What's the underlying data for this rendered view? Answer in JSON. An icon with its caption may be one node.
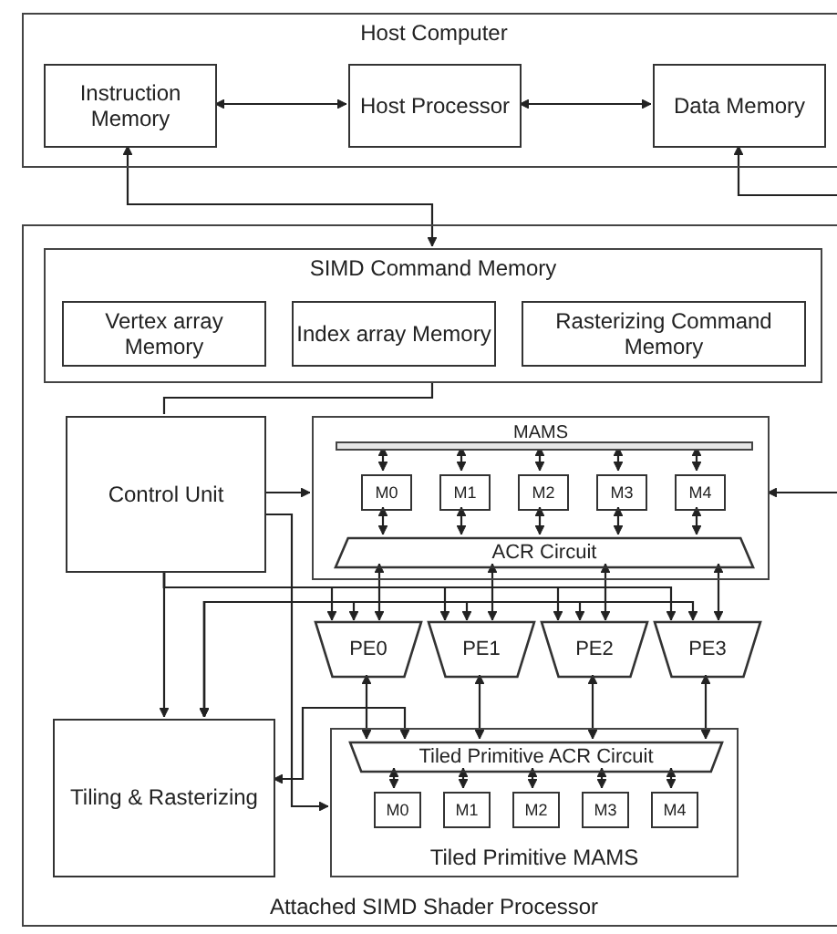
{
  "diagram": {
    "nodes": [
      {
        "text": [
          "Host Computer"
        ]
      },
      {
        "text": [
          "Instruction Memory"
        ],
        "in": 0
      },
      {
        "text": [
          "Host Processor"
        ],
        "in": 0
      },
      {
        "text": [
          "Data Memory"
        ],
        "in": 0
      },
      {
        "text": [
          "Attached SIMD Shader Processor"
        ]
      },
      {
        "text": [
          "SIMD Command Memory"
        ],
        "in": 4
      },
      {
        "text": [
          "Vertex array Memory"
        ],
        "in": 5
      },
      {
        "text": [
          "Index array Memory"
        ],
        "in": 5
      },
      {
        "text": [
          "Rasterizing Command Memory"
        ],
        "in": 5
      },
      {
        "text": [
          "Control Unit"
        ],
        "in": 4
      },
      {
        "text": [
          "MAMS"
        ],
        "in": 4
      },
      {
        "text": [],
        "shape": "bar",
        "in": 10
      },
      {
        "text": [
          "M0"
        ],
        "in": 10
      },
      {
        "text": [
          "M1"
        ],
        "in": 10
      },
      {
        "text": [
          "M2"
        ],
        "in": 10
      },
      {
        "text": [
          "M3"
        ],
        "in": 10
      },
      {
        "text": [
          "M4"
        ],
        "in": 10
      },
      {
        "text": [
          "ACR Circuit"
        ],
        "in": 10
      },
      {
        "text": [
          "PE0"
        ],
        "in": 4
      },
      {
        "text": [
          "PE1"
        ],
        "in": 4
      },
      {
        "text": [
          "PE2"
        ],
        "in": 4
      },
      {
        "text": [
          "PE3"
        ],
        "in": 4
      },
      {
        "text": [
          "Tiled Primitive MAMS"
        ],
        "in": 4
      },
      {
        "text": [
          "Tiled Primitive ACR Circuit"
        ],
        "in": 22
      },
      {
        "text": [
          "M0"
        ],
        "in": 22
      },
      {
        "text": [
          "M1"
        ],
        "in": 22
      },
      {
        "text": [
          "M2"
        ],
        "in": 22
      },
      {
        "text": [
          "M3"
        ],
        "in": 22
      },
      {
        "text": [
          "M4"
        ],
        "in": 22
      },
      {
        "text": [
          "Tiling & Rasterizing"
        ],
        "in": 4
      }
    ],
    "edges": [
      {
        "from": 1,
        "to": 2,
        "arrow": "both"
      },
      {
        "from": 2,
        "to": 3,
        "arrow": "both"
      },
      {
        "from": 1,
        "to": 5,
        "arrow": "both"
      },
      {
        "from": null,
        "to": 3,
        "arrow": "to"
      },
      {
        "from": 5,
        "to": 9,
        "arrow": "none"
      },
      {
        "from": 9,
        "to": 10,
        "arrow": "to"
      },
      {
        "from": null,
        "to": 10,
        "arrow": "to"
      },
      {
        "from": 11,
        "to": 12,
        "arrow": "both"
      },
      {
        "from": 11,
        "to": 13,
        "arrow": "both"
      },
      {
        "from": 11,
        "to": 14,
        "arrow": "both"
      },
      {
        "from": 11,
        "to": 15,
        "arrow": "both"
      },
      {
        "from": 11,
        "to": 16,
        "arrow": "both"
      },
      {
        "from": 12,
        "to": 17,
        "arrow": "both"
      },
      {
        "from": 13,
        "to": 17,
        "arrow": "both"
      },
      {
        "from": 14,
        "to": 17,
        "arrow": "both"
      },
      {
        "from": 15,
        "to": 17,
        "arrow": "both"
      },
      {
        "from": 16,
        "to": 17,
        "arrow": "both"
      },
      {
        "from": 17,
        "to": 18,
        "arrow": "both"
      },
      {
        "from": 17,
        "to": 19,
        "arrow": "both"
      },
      {
        "from": 17,
        "to": 20,
        "arrow": "both"
      },
      {
        "from": 17,
        "to": 21,
        "arrow": "both"
      },
      {
        "from": 9,
        "to": 18,
        "arrow": "to"
      },
      {
        "from": 9,
        "to": 19,
        "arrow": "to"
      },
      {
        "from": 9,
        "to": 20,
        "arrow": "to"
      },
      {
        "from": 9,
        "to": 21,
        "arrow": "to"
      },
      {
        "from": 9,
        "to": 29,
        "arrow": "to"
      },
      {
        "from": 29,
        "to": 18,
        "arrow": "both"
      },
      {
        "from": 29,
        "to": 19,
        "arrow": "both"
      },
      {
        "from": 29,
        "to": 20,
        "arrow": "both"
      },
      {
        "from": 29,
        "to": 21,
        "arrow": "both"
      },
      {
        "from": 18,
        "to": 23,
        "arrow": "both"
      },
      {
        "from": 19,
        "to": 23,
        "arrow": "both"
      },
      {
        "from": 20,
        "to": 23,
        "arrow": "both"
      },
      {
        "from": 21,
        "to": 23,
        "arrow": "both"
      },
      {
        "from": 29,
        "to": 23,
        "arrow": "both"
      },
      {
        "from": 9,
        "to": 22,
        "arrow": "to"
      },
      {
        "from": 23,
        "to": 24,
        "arrow": "both"
      },
      {
        "from": 23,
        "to": 25,
        "arrow": "both"
      },
      {
        "from": 23,
        "to": 26,
        "arrow": "both"
      },
      {
        "from": 23,
        "to": 27,
        "arrow": "both"
      },
      {
        "from": 23,
        "to": 28,
        "arrow": "both"
      }
    ]
  }
}
